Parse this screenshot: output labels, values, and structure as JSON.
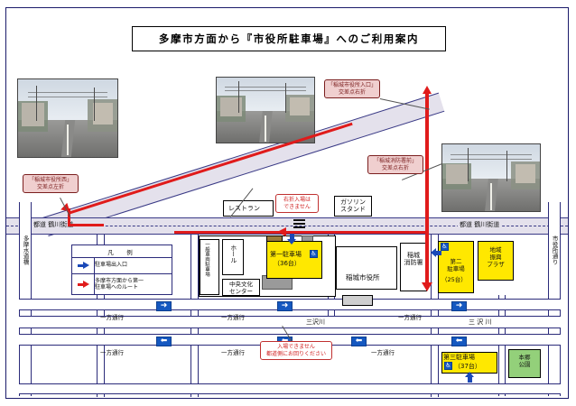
{
  "title": "多摩市方面から『市役所駐車場』へのご利用案内",
  "callouts": [
    {
      "id": "cityhall-west",
      "line1": "「稲城市役所西」",
      "line2": "交差点左折"
    },
    {
      "id": "cityhall-entrance",
      "line1": "「稲城市役所入口」",
      "line2": "交差点右折"
    },
    {
      "id": "fire-station-front",
      "line1": "「稲城消防署前」",
      "line2": "交差点右折"
    }
  ],
  "warnings": [
    {
      "id": "no-right-turn-entry",
      "line1": "右折入場は",
      "line2": "できません"
    },
    {
      "id": "no-entry-detour",
      "line1": "入場できません",
      "line2": "都道側にお回りください"
    }
  ],
  "legend": {
    "heading": "凡　例",
    "items": [
      {
        "icon": "blue-arrow-icon",
        "label": "駐車場出入口"
      },
      {
        "icon": "red-arrow-icon",
        "label": "多摩市方面から第一\n駐車場へのルート"
      }
    ]
  },
  "parking": [
    {
      "id": "parking-1",
      "name": "第一駐車場",
      "capacity": "（36台）"
    },
    {
      "id": "parking-2",
      "name": "第二\n駐車場",
      "capacity": "（25台）"
    },
    {
      "id": "parking-3",
      "name": "第三駐車場",
      "capacity": "（37台）"
    }
  ],
  "places": [
    {
      "id": "restaurant",
      "label": "レストラン"
    },
    {
      "id": "gas-station",
      "label": "ガソリン\nスタンド"
    },
    {
      "id": "hall",
      "label": "ホール"
    },
    {
      "id": "culture-center",
      "label": "中央文化\nセンター"
    },
    {
      "id": "city-hall",
      "label": "稲城市役所"
    },
    {
      "id": "fire-station",
      "label": "稲城\n消防署"
    },
    {
      "id": "community-plaza",
      "label": "地域\n振興\nプラザ"
    },
    {
      "id": "hongo-park",
      "label": "本郷\n公園"
    },
    {
      "id": "general-vehicle-lot",
      "label": "一般車両駐車場"
    }
  ],
  "roads": {
    "main_left": "都道 鶴川街道",
    "main_right": "都道 鶴川街道",
    "river_left": "三沢川",
    "river_right": "三 沢 川",
    "vertical_left": "多摩水道橋",
    "vertical_right": "市役所通り",
    "oneway": "一方通行"
  },
  "colors": {
    "parking_yellow": "#ffe800",
    "route_red": "#e01b1b",
    "sign_blue": "#1558c0",
    "callout_pink": "#f0cfcf",
    "callout_border": "#7b1f1f",
    "park_green": "#93d07a",
    "mainroad_fill": "#e4e1ec",
    "frame_blue": "#1b1b6b"
  }
}
